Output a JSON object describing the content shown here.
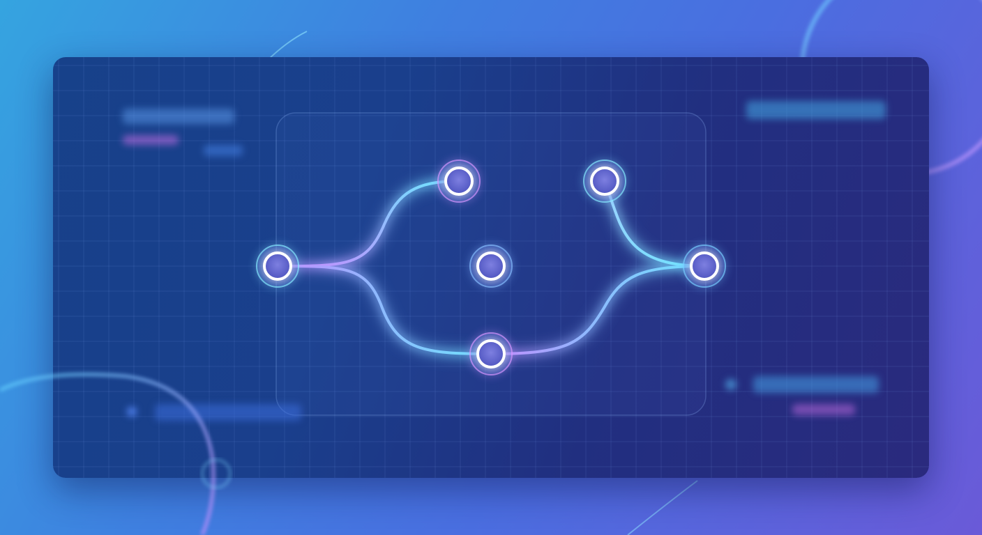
{
  "diagram": {
    "nodes": [
      {
        "id": "start",
        "state": "active"
      },
      {
        "id": "upper-left",
        "state": "active"
      },
      {
        "id": "upper-right",
        "state": "active"
      },
      {
        "id": "center",
        "state": "active"
      },
      {
        "id": "lower",
        "state": "active"
      },
      {
        "id": "end",
        "state": "active"
      }
    ],
    "edges": [
      {
        "from": "start",
        "to": "upper-left"
      },
      {
        "from": "upper-left",
        "to": "upper-right"
      },
      {
        "from": "upper-right",
        "to": "end"
      },
      {
        "from": "start",
        "to": "center"
      },
      {
        "from": "center",
        "to": "end"
      },
      {
        "from": "start",
        "to": "lower"
      },
      {
        "from": "lower",
        "to": "end"
      }
    ]
  },
  "colors": {
    "background_start": "#35a4e0",
    "background_end": "#6a5ad8",
    "card": "#1a3f8c",
    "edge_cyan": "#6fe3ff",
    "edge_violet": "#c48cff",
    "node_fill": "#5a5fc8",
    "node_ring": "#ffffff"
  },
  "icons": [
    "workflow-node-icon"
  ]
}
